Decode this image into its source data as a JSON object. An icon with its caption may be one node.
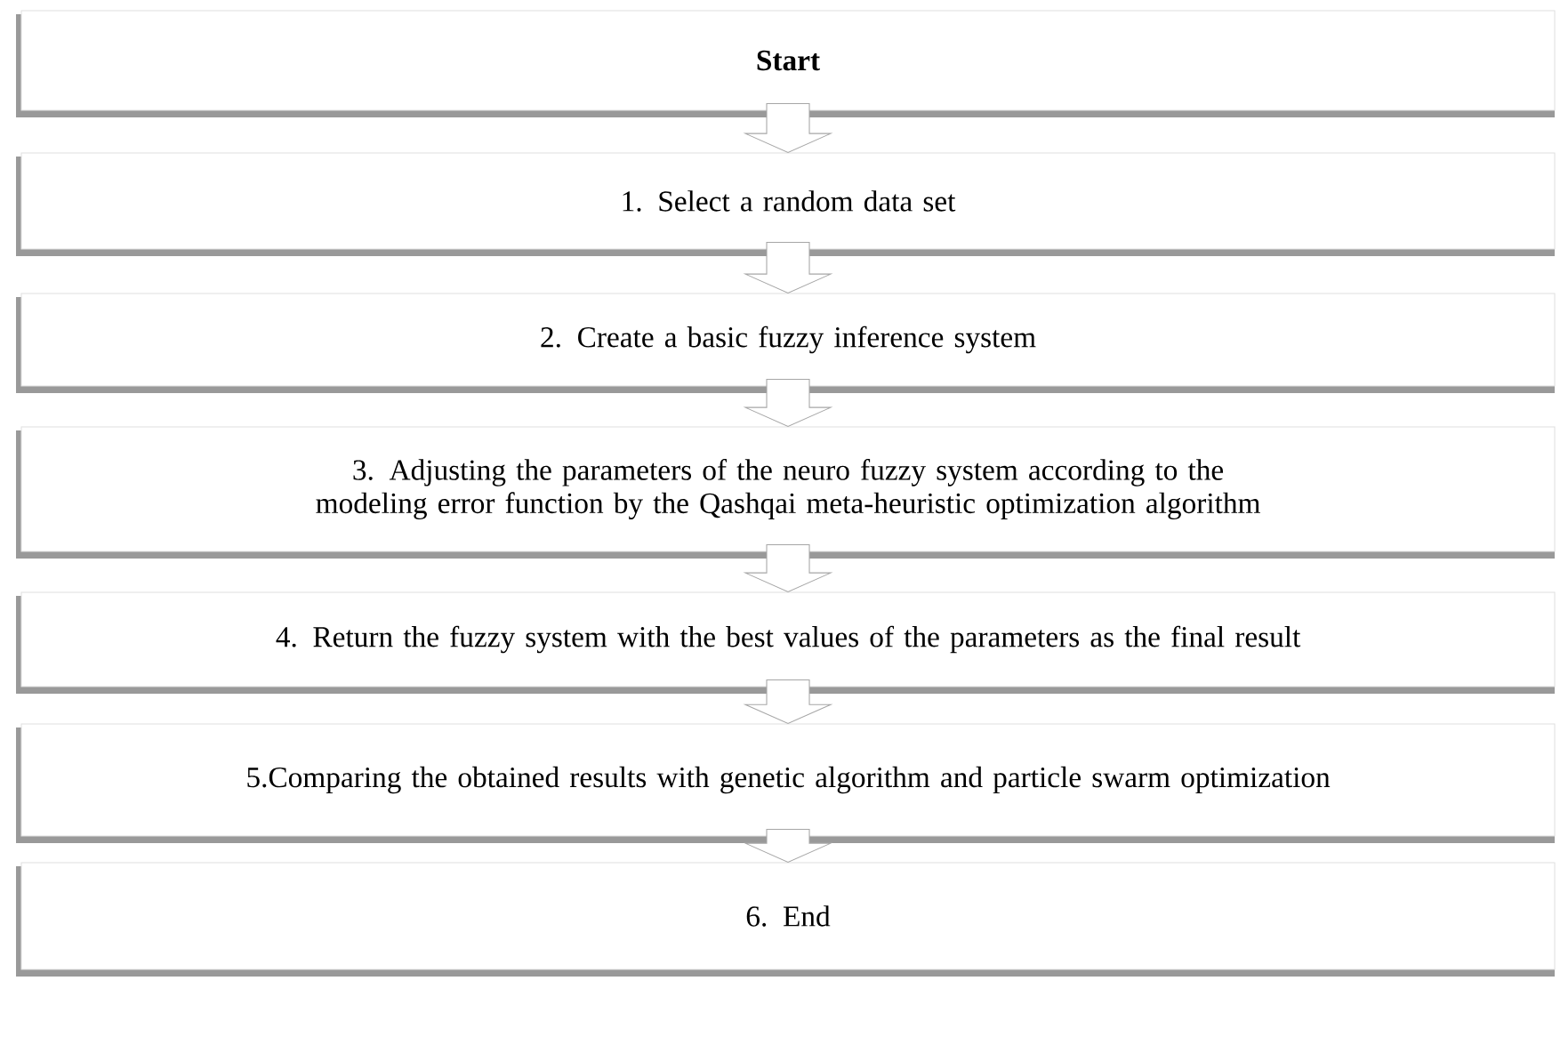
{
  "diagram": {
    "nodes": [
      {
        "text": [
          "Start"
        ]
      },
      {
        "text": [
          "1. Select a random data set"
        ]
      },
      {
        "text": [
          "2. Create a basic fuzzy inference system"
        ]
      },
      {
        "text": [
          "3. Adjusting the parameters of the neuro fuzzy system according to the modeling error function by the Qashqai meta-heuristic optimization algorithm"
        ]
      },
      {
        "text": [
          "4. Return the fuzzy system with the best values of the parameters as the final result"
        ]
      },
      {
        "text": [
          "5.Comparing the obtained results with genetic algorithm and particle swarm optimization"
        ]
      },
      {
        "text": [
          "6. End"
        ]
      }
    ],
    "edges": [
      {
        "from": 0,
        "to": 1,
        "arrow": "to"
      },
      {
        "from": 1,
        "to": 2,
        "arrow": "to"
      },
      {
        "from": 2,
        "to": 3,
        "arrow": "to"
      },
      {
        "from": 3,
        "to": 4,
        "arrow": "to"
      },
      {
        "from": 4,
        "to": 5,
        "arrow": "to"
      },
      {
        "from": 5,
        "to": 6,
        "arrow": "to"
      }
    ]
  }
}
